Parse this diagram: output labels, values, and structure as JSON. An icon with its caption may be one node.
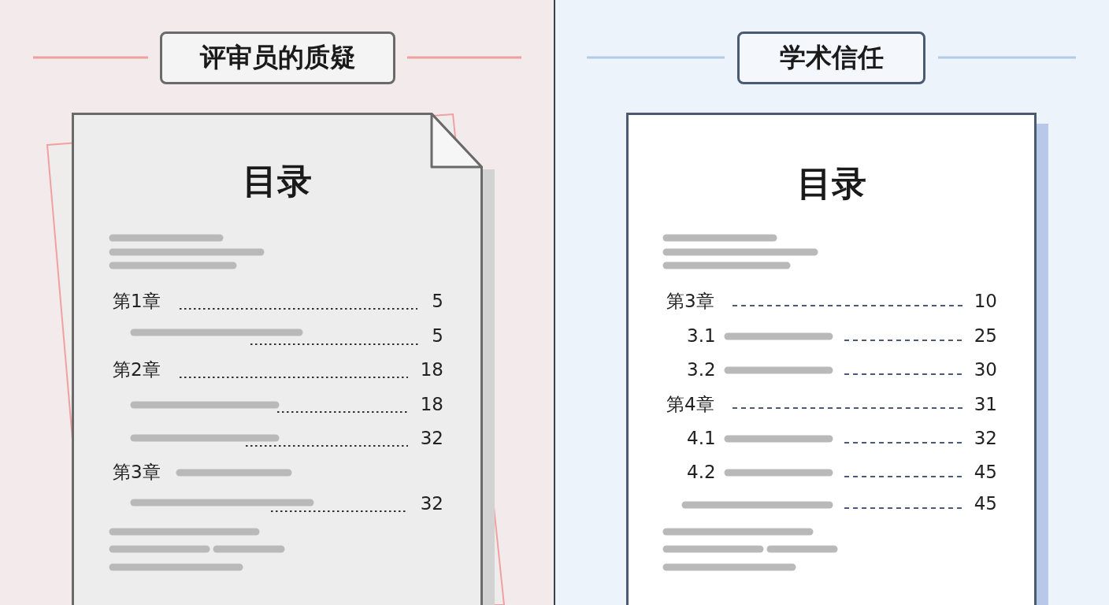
{
  "diagram": {
    "nodes": [
      {
        "text": [
          "评审员的质疑"
        ]
      },
      {
        "text": [
          "目录"
        ]
      },
      {
        "text": [
          "学术信任"
        ]
      },
      {
        "text": [
          "目录"
        ]
      }
    ],
    "labels": [
      "第1章",
      "5",
      "5",
      "第2章",
      "18",
      "18",
      "32",
      "第3章",
      "32",
      "第3章",
      "10",
      "3.1",
      "25",
      "3.2",
      "30",
      "第4章",
      "31",
      "4.1",
      "32",
      "4.2",
      "45",
      "45"
    ]
  }
}
